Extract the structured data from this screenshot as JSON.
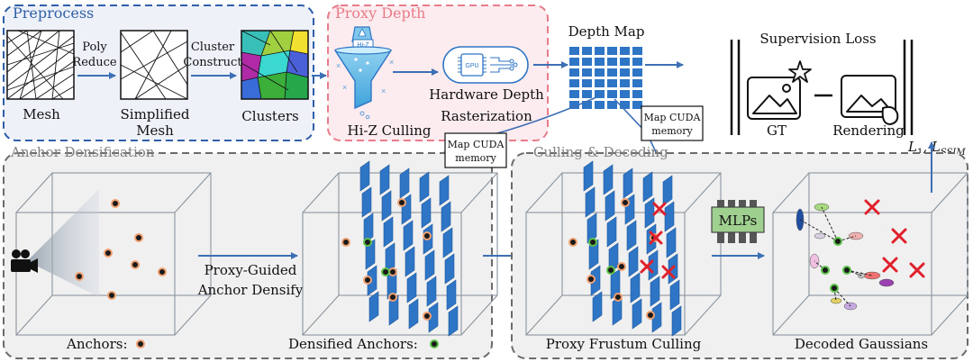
{
  "colors": {
    "preprocess": "#2f5fa8",
    "proxy_depth": "#e87c8a",
    "grid_blue": "#2e75c5",
    "box_border": "#6b6b6b",
    "mlp_green": "#9fd08f",
    "cross_red": "#e0202a",
    "anchor_fill": "#1a1a1a",
    "anchor_ring": "#f0a070",
    "dense_ring": "#5cc24a"
  },
  "preprocess": {
    "title": "Preprocess",
    "mesh": "Mesh",
    "simplified_1": "Simplified",
    "simplified_2": "Mesh",
    "clusters": "Clusters",
    "poly_1": "Poly",
    "poly_2": "Reduce",
    "cluster_1": "Cluster",
    "cluster_2": "Construct"
  },
  "proxy_depth": {
    "title": "Proxy Depth",
    "hiz_badge": "Hi-Z",
    "hiz_label": "Hi-Z Culling",
    "gpu_badge": "GPU",
    "hw_1": "Hardware Depth",
    "hw_2": "Rasterization"
  },
  "depth_map": {
    "title": "Depth Map"
  },
  "supervision": {
    "title": "Supervision Loss",
    "gt": "GT",
    "rendering": "Rendering",
    "loss_l": "L",
    "loss_sub1": "1",
    "loss_sep": ", L",
    "loss_sub2": "SSIM"
  },
  "map_cuda": {
    "line1": "Map CUDA",
    "line2": "memory"
  },
  "anchor_densification": {
    "title": "Anchor Densification",
    "anchors": "Anchors:",
    "densified": "Densified Anchors:",
    "guided_1": "Proxy-Guided",
    "guided_2": "Anchor Densify"
  },
  "culling_decoding": {
    "title": "Culling & Decoding",
    "frustum": "Proxy Frustum Culling",
    "mlps": "MLPs",
    "decoded": "Decoded Gaussians"
  }
}
